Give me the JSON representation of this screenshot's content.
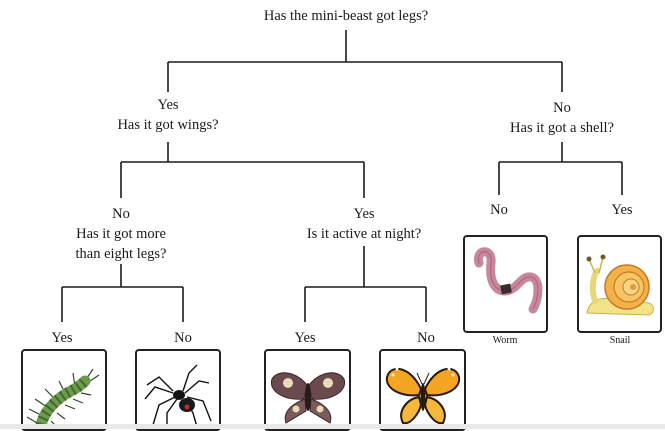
{
  "root": {
    "question": "Has the mini-beast got legs?"
  },
  "legs_yes": {
    "answer": "Yes",
    "question": "Has it got wings?"
  },
  "legs_no": {
    "answer": "No",
    "question": "Has it got a shell?"
  },
  "wings_no": {
    "answer": "No",
    "question_line1": "Has it got more",
    "question_line2": "than eight legs?"
  },
  "wings_yes": {
    "answer": "Yes",
    "question": "Is it active at night?"
  },
  "shell_no": {
    "answer": "No",
    "animal": "Worm"
  },
  "shell_yes": {
    "answer": "Yes",
    "animal": "Snail"
  },
  "eight_yes": {
    "answer": "Yes"
  },
  "eight_no": {
    "answer": "No"
  },
  "night_yes": {
    "answer": "Yes"
  },
  "night_no": {
    "answer": "No"
  }
}
